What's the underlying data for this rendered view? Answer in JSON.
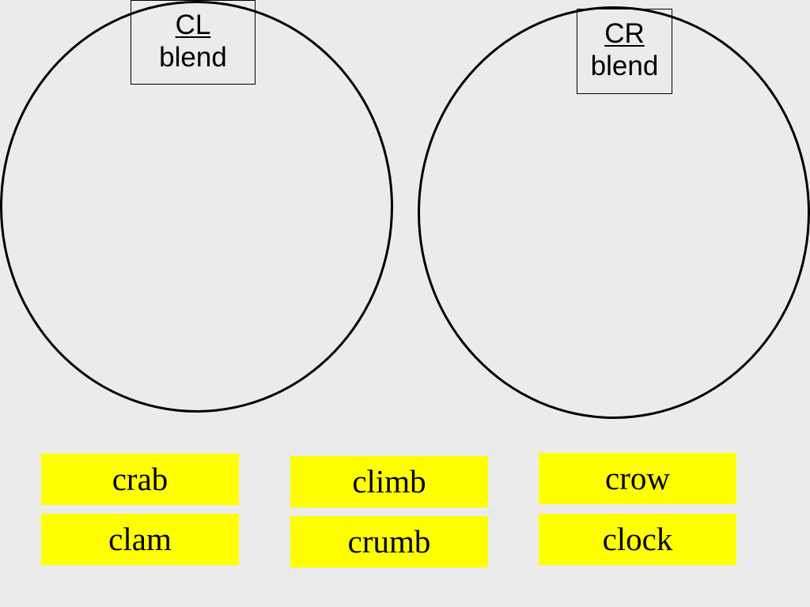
{
  "groups": {
    "cl": {
      "abbr": "CL",
      "word": "blend"
    },
    "cr": {
      "abbr": "CR",
      "word": "blend"
    }
  },
  "cards": {
    "crab": "crab",
    "clam": "clam",
    "climb": "climb",
    "crumb": "crumb",
    "crow": "crow",
    "clock": "clock"
  },
  "colors": {
    "background": "#ebebeb",
    "card": "#ffff00",
    "outline": "#000000"
  }
}
